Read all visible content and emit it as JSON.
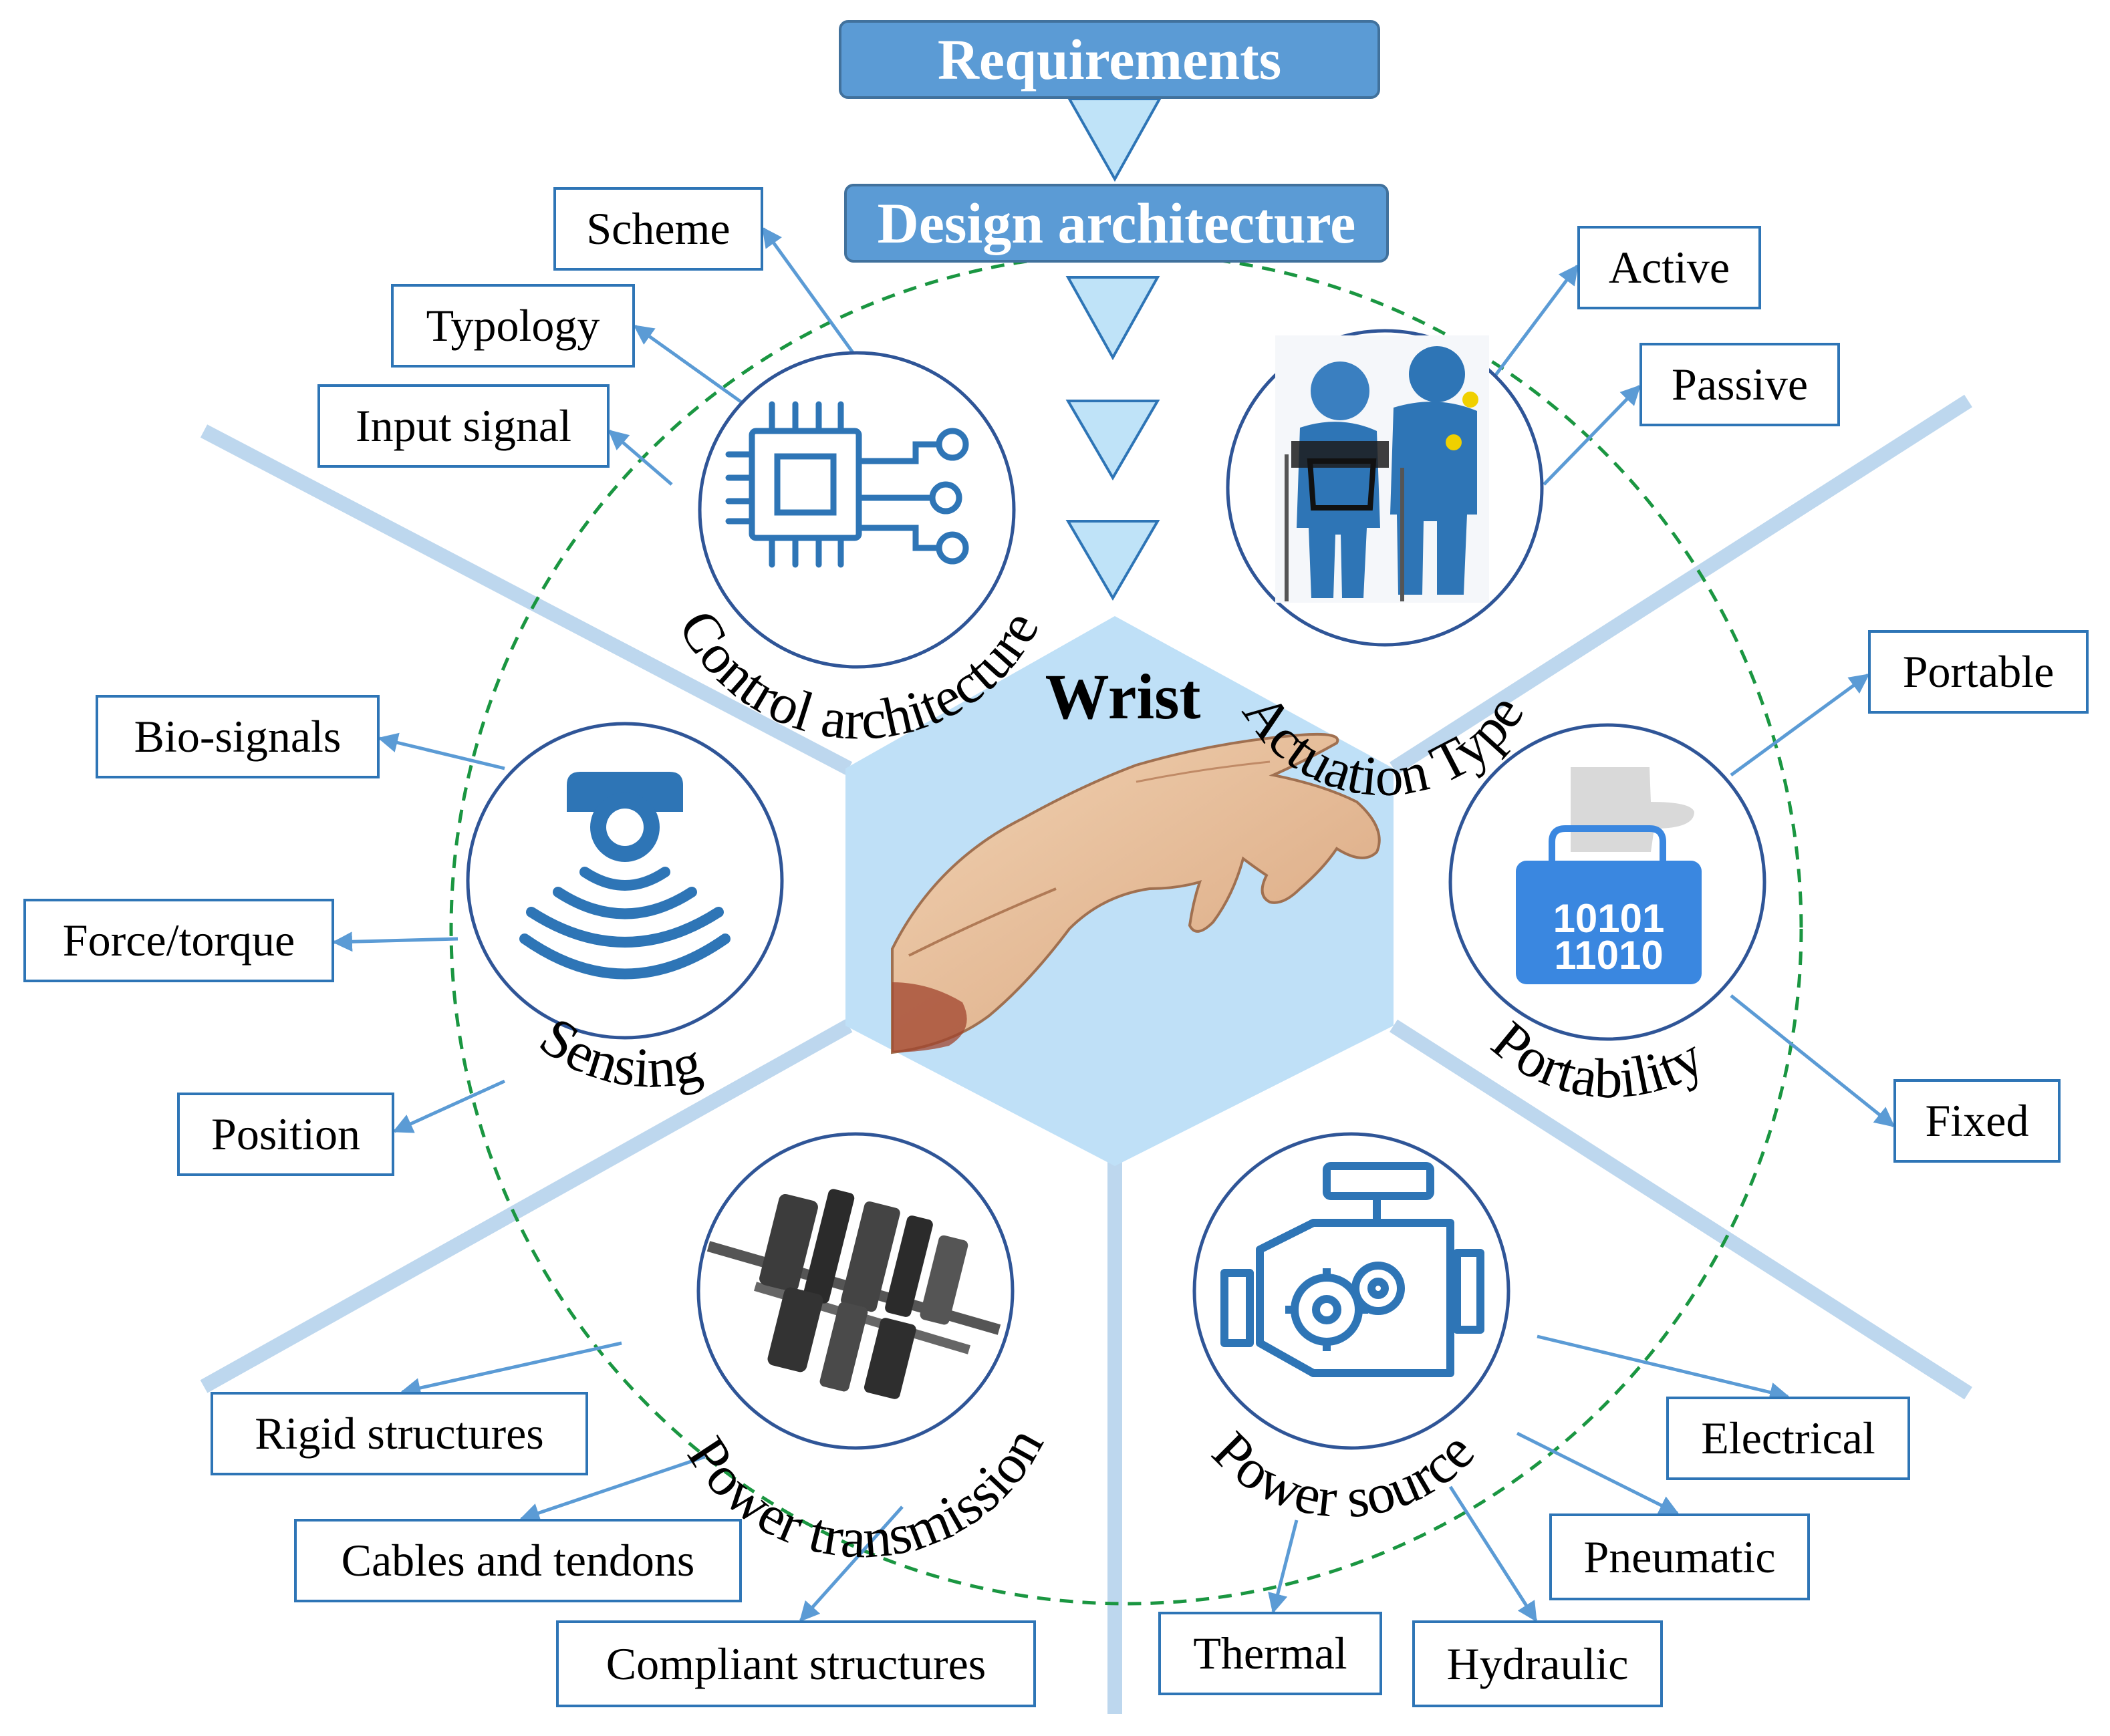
{
  "header": {
    "requirements": "Requirements",
    "design_architecture": "Design architecture"
  },
  "center": {
    "title": "Wrist"
  },
  "categories": {
    "control": "Control architecture",
    "actuation": "Actuation Type",
    "sensing": "Sensing",
    "portability": "Portability",
    "transmission": "Power transmission",
    "source": "Power source"
  },
  "labels": {
    "scheme": "Scheme",
    "typology": "Typology",
    "input_signal": "Input signal",
    "active": "Active",
    "passive": "Passive",
    "bio_signals": "Bio-signals",
    "force_torque": "Force/torque",
    "position": "Position",
    "portable": "Portable",
    "fixed": "Fixed",
    "rigid": "Rigid structures",
    "cables": "Cables and tendons",
    "compliant": "Compliant structures",
    "electrical": "Electrical",
    "pneumatic": "Pneumatic",
    "thermal": "Thermal",
    "hydraulic": "Hydraulic"
  },
  "colors": {
    "accent": "#5b9bd5",
    "divider": "#bdd7ee",
    "hexagon": "#bfe0f7",
    "dashed_circle": "#1a9641",
    "circle_border": "#2f5597",
    "label_border": "#2e75b6",
    "arrow": "#5b9bd5"
  },
  "icons": {
    "control": "microchip-icon",
    "actuation": "exoskeleton-people-icon",
    "sensing": "wireless-sensor-icon",
    "portability": "binary-bag-icon",
    "transmission": "gearbox-icon",
    "source": "engine-gears-icon",
    "wrist": "hand-arm-illustration"
  }
}
